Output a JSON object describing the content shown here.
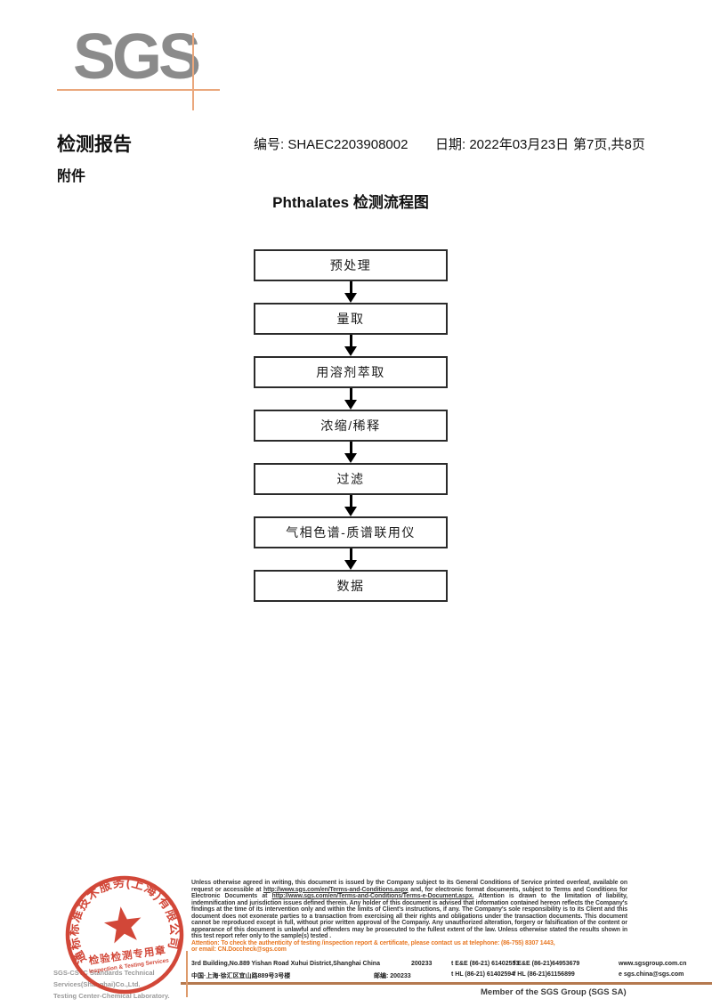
{
  "logo": {
    "text": "SGS"
  },
  "header": {
    "report_title": "检测报告",
    "report_no_label": "编号:",
    "report_no": "SHAEC2203908002",
    "date_label": "日期:",
    "date": "2022年03月23日",
    "page_info": "第7页,共8页",
    "attachment_label": "附件"
  },
  "flowchart": {
    "title": "Phthalates 检测流程图",
    "steps": [
      "预处理",
      "量取",
      "用溶剂萃取",
      "浓缩/稀释",
      "过滤",
      "气相色谱-质谱联用仪",
      "数据"
    ]
  },
  "stamp": {
    "ring_text": "通标标准技术服务(上海)有限公司",
    "center_line1": "检验检测专用章",
    "center_line2": "Inspection & Testing Services",
    "company_gray_line1": "SGS-CSTC Standards Technical Services(Shanghai)Co.,Ltd.",
    "company_gray_line2": "Testing Center-Chemical Laboratory."
  },
  "legal": {
    "disclaimer": "Unless otherwise agreed in writing, this document is issued by the Company subject to its General Conditions of Service printed overleaf, available on request or accessible at http://www.sgs.com/en/Terms-and-Conditions.aspx and, for electronic format documents, subject to Terms and Conditions for Electronic Documents at http://www.sgs.com/en/Terms-and-Conditions/Terms-e-Document.aspx. Attention is drawn to the limitation of liability, indemnification and jurisdiction issues defined therein. Any holder of this document is advised that information contained hereon reflects the Company's findings at the time of its intervention only and within the limits of Client's instructions, if any. The Company's sole responsibility is to its Client and this document does not exonerate parties to a transaction from exercising all their rights and obligations under the transaction documents. This document cannot be reproduced except in full, without prior written approval of the Company. Any unauthorized alteration, forgery or falsification of the content or appearance of this document is unlawful and offenders may be prosecuted to the fullest extent of the law. Unless otherwise stated the results shown in this test report refer only to the sample(s) tested .",
    "attention_line1": "Attention: To check the authenticity of testing /inspection report & certificate, please contact us at telephone: (86-755) 8307 1443,",
    "attention_line2": "or email: CN.Doccheck@sgs.com"
  },
  "address": {
    "address_en": "3rd Building,No.889 Yishan Road Xuhui District,Shanghai China",
    "postcode_en": "200233",
    "tel_en": "t E&E (86-21) 61402553",
    "fax_en": "f E&E (86-21)64953679",
    "web": "www.sgsgroup.com.cn",
    "address_cn": "中国·上海·徐汇区宜山路889号3号楼",
    "postcode_cn": "邮编: 200233",
    "tel_cn": "t HL (86-21) 61402594",
    "fax_cn": "f HL (86-21)61156899",
    "email": "e sgs.china@sgs.com"
  },
  "footer": {
    "member_text": "Member of the SGS Group (SGS SA)"
  },
  "colors": {
    "logo_gray": "#8b8b8b",
    "crosshair_orange": "#eaa77c",
    "stamp_red": "#cf3a2a",
    "attention_orange": "#e87722",
    "bottom_rule_brown": "#b5794f"
  }
}
